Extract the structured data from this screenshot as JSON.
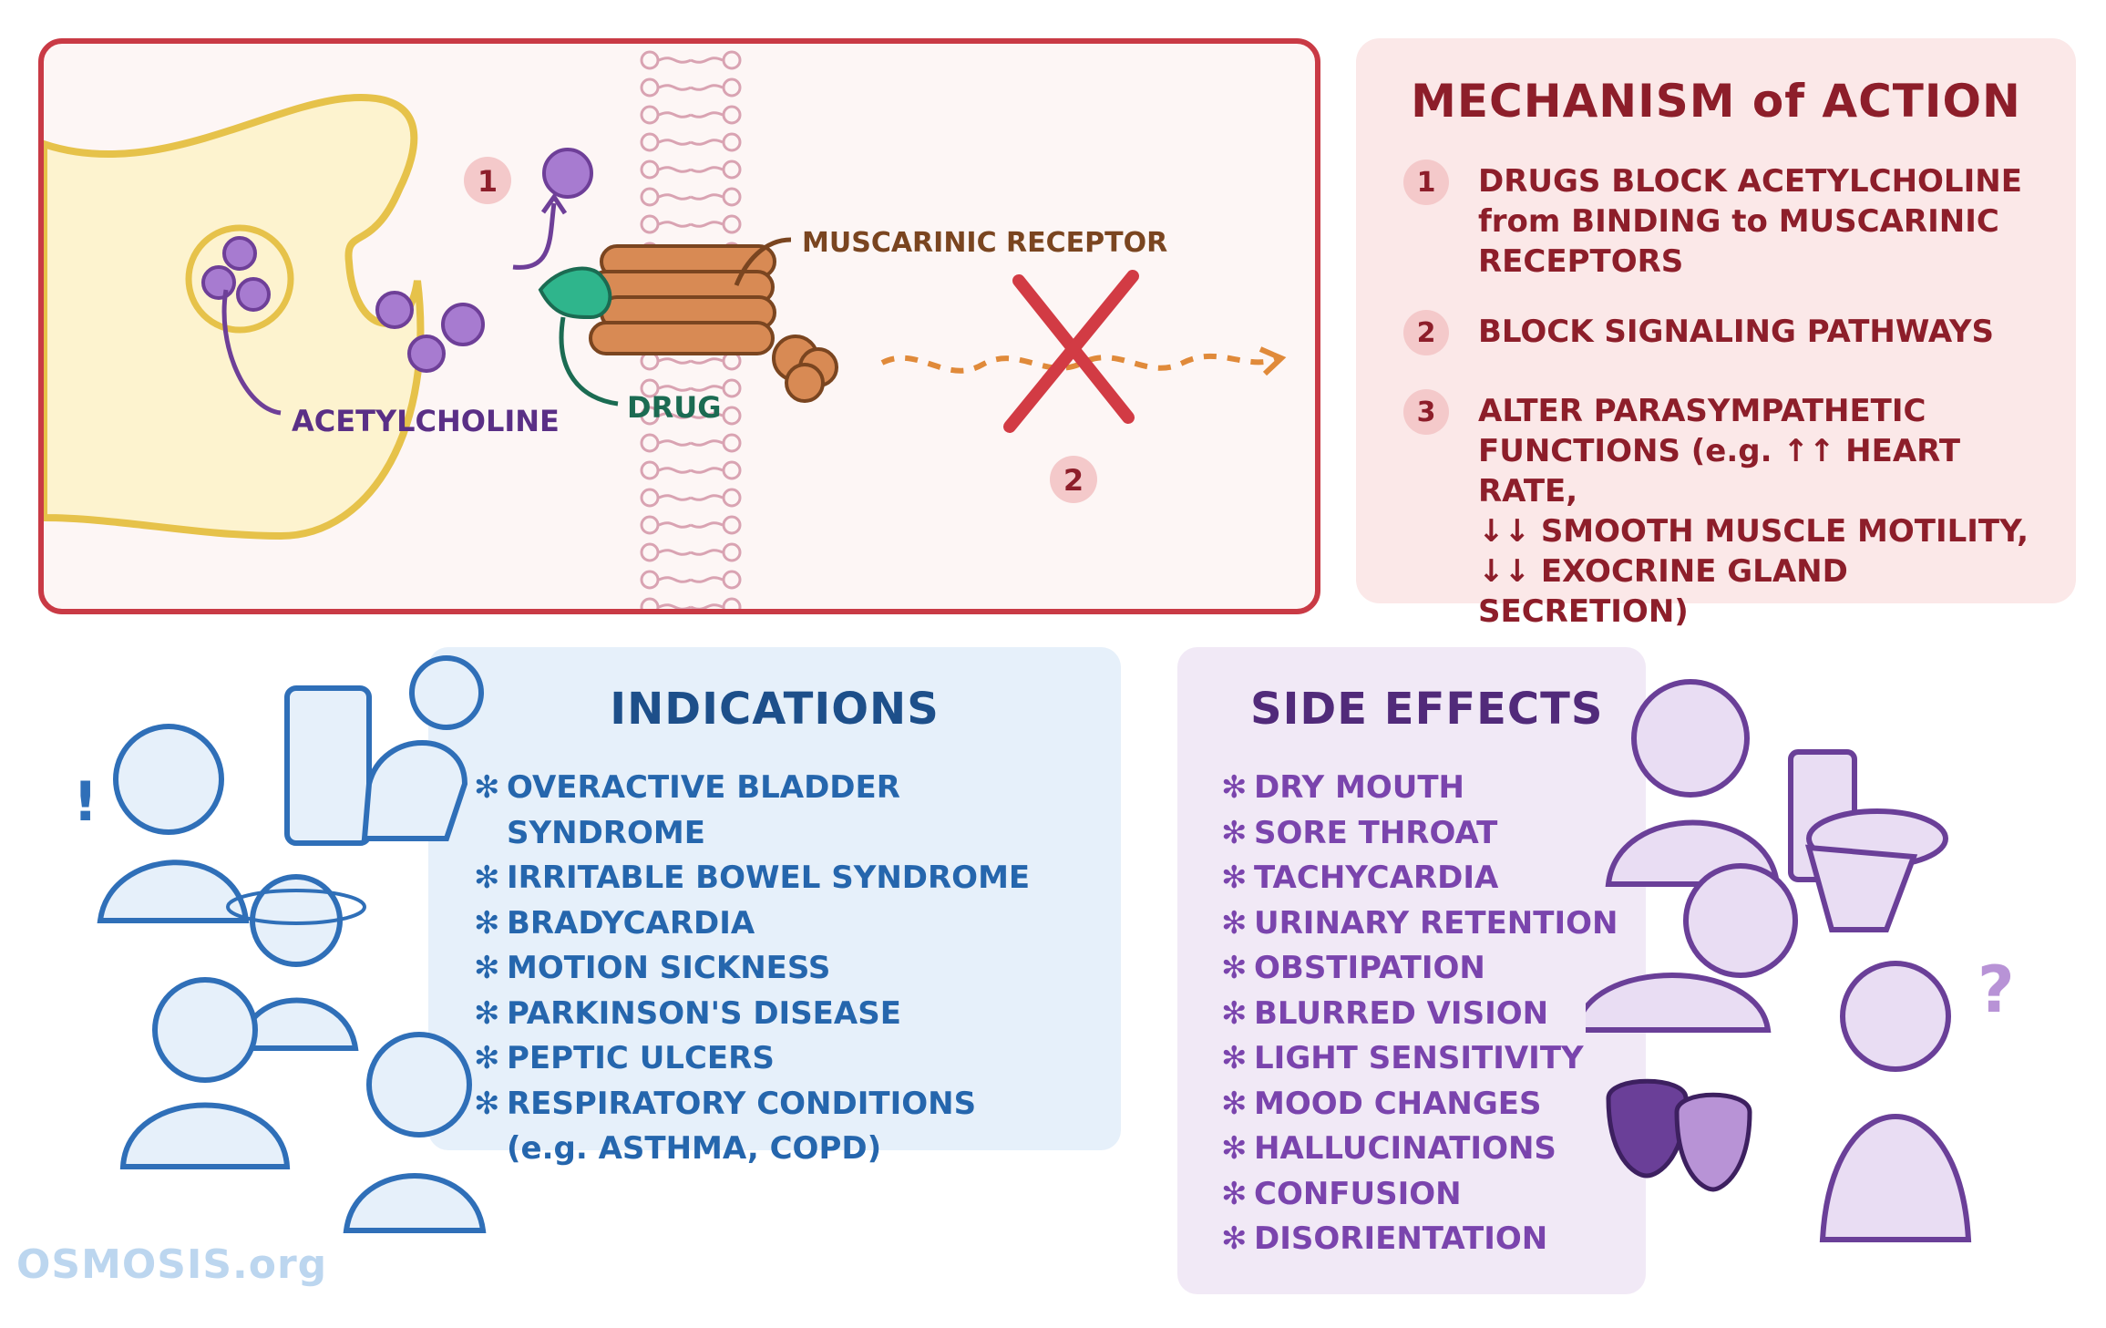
{
  "diagram": {
    "label_acetylcholine": "ACETYLCHOLINE",
    "label_drug": "DRUG",
    "label_receptor": "MUSCARINIC RECEPTOR",
    "step1": "1",
    "step2": "2"
  },
  "mechanism": {
    "title": "MECHANISM of ACTION",
    "items": [
      {
        "num": "1",
        "text": "DRUGS BLOCK ACETYLCHOLINE\nfrom BINDING to MUSCARINIC\nRECEPTORS"
      },
      {
        "num": "2",
        "text": "BLOCK SIGNALING PATHWAYS"
      },
      {
        "num": "3",
        "text": "ALTER PARASYMPATHETIC\nFUNCTIONS (e.g. ↑↑ HEART RATE,\n↓↓ SMOOTH MUSCLE MOTILITY,\n↓↓ EXOCRINE GLAND SECRETION)"
      }
    ]
  },
  "indications": {
    "title": "INDICATIONS",
    "items": [
      "OVERACTIVE BLADDER SYNDROME",
      "IRRITABLE BOWEL SYNDROME",
      "BRADYCARDIA",
      "MOTION SICKNESS",
      "PARKINSON'S DISEASE",
      "PEPTIC ULCERS",
      "RESPIRATORY CONDITIONS\n(e.g. ASTHMA, COPD)"
    ]
  },
  "side_effects": {
    "title": "SIDE EFFECTS",
    "items": [
      "DRY MOUTH",
      "SORE THROAT",
      "TACHYCARDIA",
      "URINARY RETENTION",
      "OBSTIPATION",
      "BLURRED VISION",
      "LIGHT SENSITIVITY",
      "MOOD CHANGES",
      "HALLUCINATIONS",
      "CONFUSION",
      "DISORIENTATION"
    ]
  },
  "logo": "OSMOSIS.org",
  "colors": {
    "red_border": "#c93a45",
    "mechanism_text": "#8d1e2a",
    "indications_text": "#2566ad",
    "side_effects_text": "#7a44ad",
    "acetylcholine": "#a77bd0",
    "drug": "#2fb58c",
    "receptor": "#d88a54"
  }
}
